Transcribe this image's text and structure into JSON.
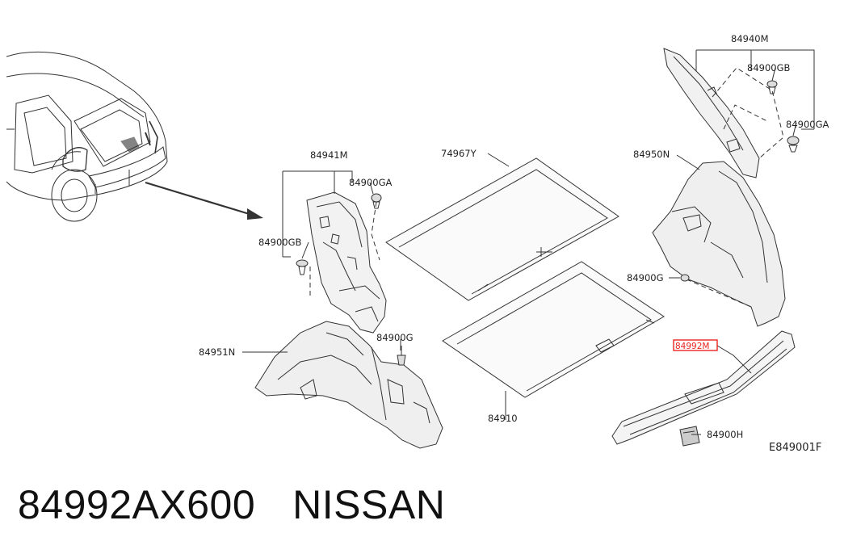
{
  "labels": {
    "lbl_84940M": "84940M",
    "lbl_84900GB_r": "84900GB",
    "lbl_84900GA_r": "84900GA",
    "lbl_84950N": "84950N",
    "lbl_84900G_r": "84900G",
    "lbl_84992": "84992M",
    "lbl_84900H": "84900H",
    "lbl_74967Y": "74967Y",
    "lbl_84910": "84910",
    "lbl_84941M": "84941M",
    "lbl_84900GA_l": "84900GA",
    "lbl_84900GB_l": "84900GB",
    "lbl_84951N": "84951N",
    "lbl_84900G_l": "84900G",
    "diagram_code": "E849001F"
  },
  "highlight_color": "#e8251f",
  "caption": {
    "part_number": "84992AX600",
    "maker": "NISSAN"
  }
}
